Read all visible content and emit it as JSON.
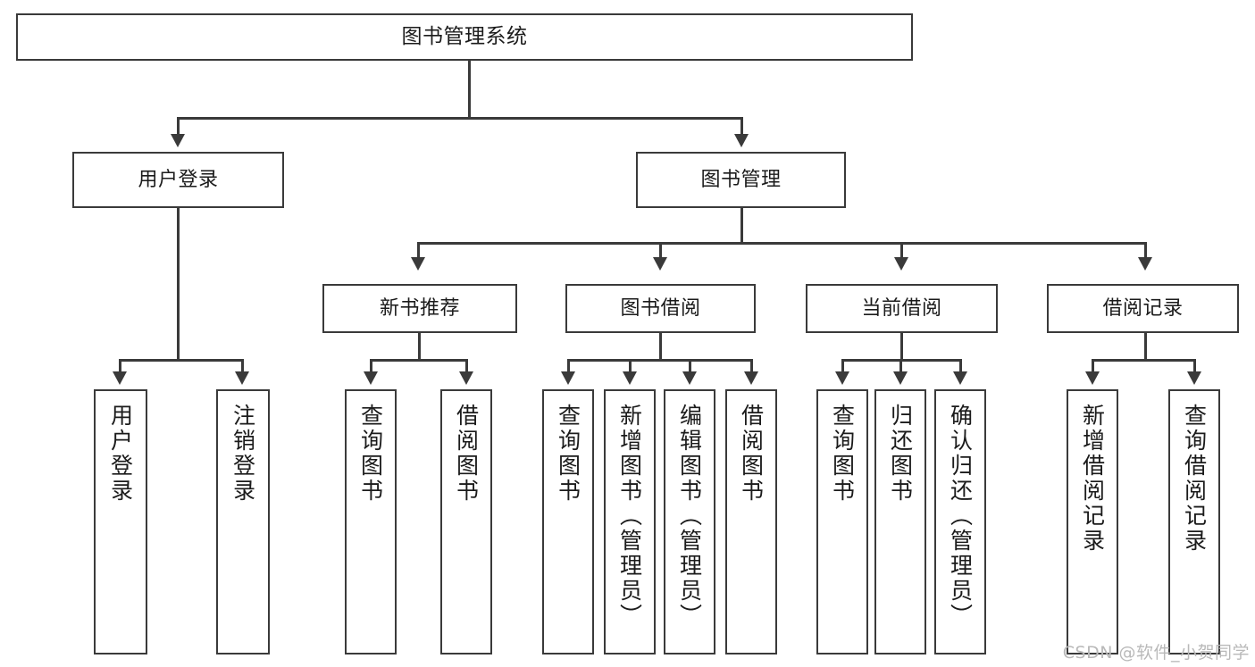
{
  "diagram": {
    "title": "图书管理系统",
    "type": "tree",
    "watermark": "CSDN @软件_小贺同学",
    "colors": {
      "stroke": "#3a3a3a",
      "fill": "#ffffff",
      "text": "#1b1b1b",
      "watermark": "#b9b9b9"
    },
    "root": {
      "id": "root",
      "label": "图书管理系统"
    },
    "level1": [
      {
        "id": "user-login",
        "label": "用户登录"
      },
      {
        "id": "book-manage",
        "label": "图书管理"
      }
    ],
    "level2": [
      {
        "id": "new-book-recommend",
        "label": "新书推荐"
      },
      {
        "id": "book-borrow",
        "label": "图书借阅"
      },
      {
        "id": "current-borrow",
        "label": "当前借阅"
      },
      {
        "id": "borrow-record",
        "label": "借阅记录"
      }
    ],
    "leaves": {
      "user-login": [
        {
          "id": "leaf-user-login",
          "label": "用户登录"
        },
        {
          "id": "leaf-user-logout",
          "label": "注销登录"
        }
      ],
      "new-book-recommend": [
        {
          "id": "leaf-query-book-1",
          "label": "查询图书"
        },
        {
          "id": "leaf-borrow-book-1",
          "label": "借阅图书"
        }
      ],
      "book-borrow": [
        {
          "id": "leaf-query-book-2",
          "label": "查询图书"
        },
        {
          "id": "leaf-add-book",
          "label": "新增图书（管理员）"
        },
        {
          "id": "leaf-edit-book",
          "label": "编辑图书（管理员）"
        },
        {
          "id": "leaf-borrow-book-2",
          "label": "借阅图书"
        }
      ],
      "current-borrow": [
        {
          "id": "leaf-query-book-3",
          "label": "查询图书"
        },
        {
          "id": "leaf-return-book",
          "label": "归还图书"
        },
        {
          "id": "leaf-confirm-return",
          "label": "确认归还（管理员）"
        }
      ],
      "borrow-record": [
        {
          "id": "leaf-add-record",
          "label": "新增借阅记录"
        },
        {
          "id": "leaf-query-record",
          "label": "查询借阅记录"
        }
      ]
    }
  }
}
